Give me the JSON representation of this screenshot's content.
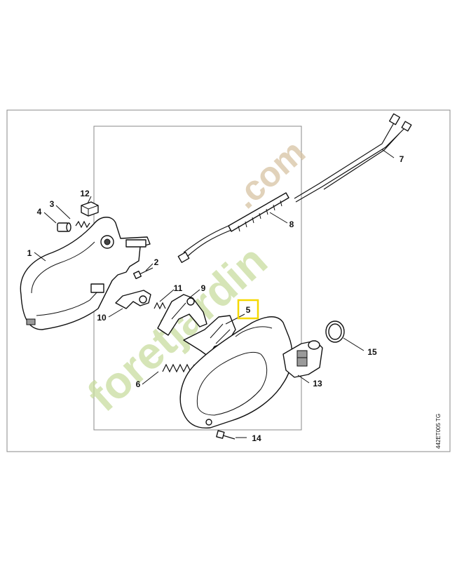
{
  "diagram": {
    "part_numbers": [
      "1",
      "2",
      "3",
      "4",
      "5",
      "6",
      "7",
      "8",
      "9",
      "10",
      "11",
      "12",
      "13",
      "14",
      "15"
    ],
    "highlighted_part": "5",
    "highlight_color": "#f5d800",
    "reference_code": "442ET005 TG",
    "watermark": {
      "text_main": "foretjardin",
      "text_suffix": ".com",
      "color_main": "#c9dda0",
      "color_suffix": "#d7c3a4"
    }
  }
}
